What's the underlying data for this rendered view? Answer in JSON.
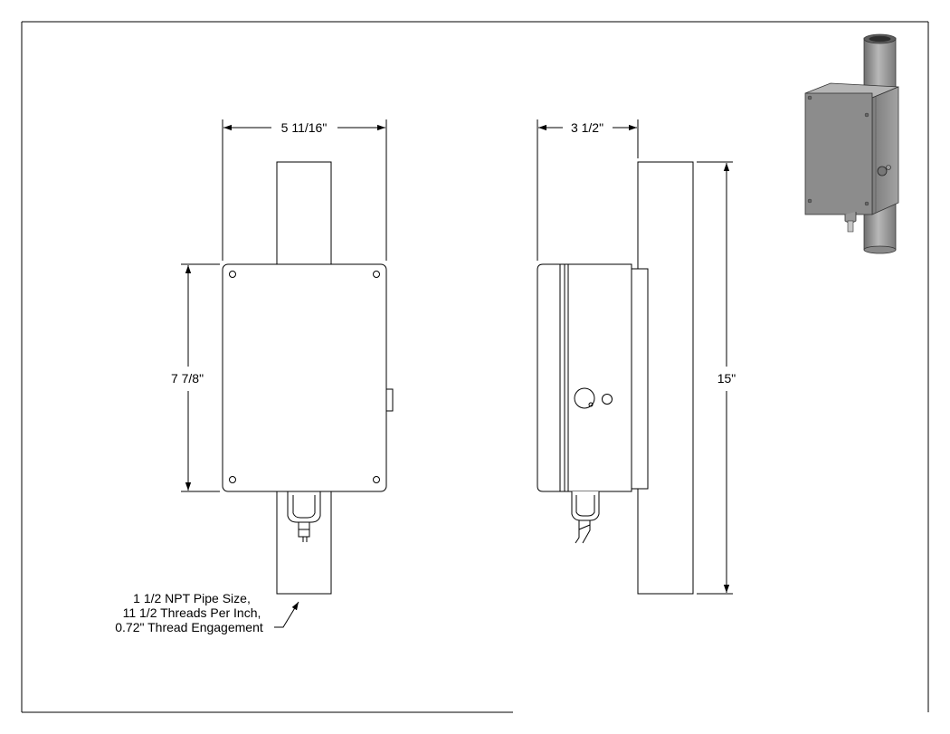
{
  "dimensions": {
    "front_width": "5 11/16\"",
    "front_height": "7 7/8\"",
    "side_depth": "3 1/2\"",
    "pipe_length": "15\""
  },
  "note": {
    "line1": "1 1/2 NPT Pipe Size,",
    "line2": "11 1/2 Threads Per Inch,",
    "line3": "0.72\" Thread Engagement"
  },
  "colors": {
    "line": "#000000",
    "enclosure_gray": "#8f8f8f",
    "pipe_gray": "#9a9a9a"
  }
}
